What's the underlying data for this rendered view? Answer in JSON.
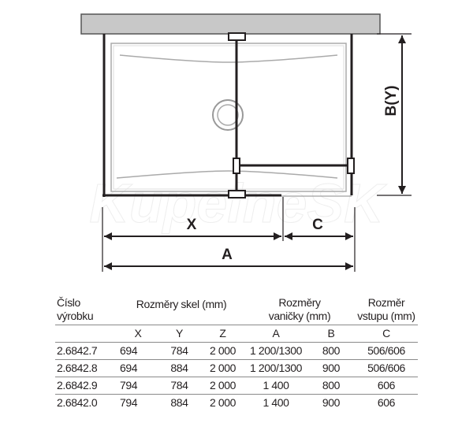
{
  "diagram": {
    "labels": {
      "x": "X",
      "c": "C",
      "a": "A",
      "b": "B(Y)"
    },
    "watermark": "KupelneSK"
  },
  "table": {
    "headers": {
      "product_no": [
        "Číslo",
        "výrobku"
      ],
      "glass": "Rozměry skel (mm)",
      "tray": [
        "Rozměry",
        "vaničky (mm)"
      ],
      "entry": [
        "Rozměr",
        "vstupu (mm)"
      ]
    },
    "subheaders": [
      "X",
      "Y",
      "Z",
      "A",
      "B",
      "C"
    ],
    "rows": [
      [
        "2.6842.7",
        "694",
        "784",
        "2 000",
        "1 200/1300",
        "800",
        "506/606"
      ],
      [
        "2.6842.8",
        "694",
        "884",
        "2 000",
        "1 200/1300",
        "900",
        "506/606"
      ],
      [
        "2.6842.9",
        "794",
        "784",
        "2 000",
        "1 400",
        "800",
        "606"
      ],
      [
        "2.6842.0",
        "794",
        "884",
        "2 000",
        "1 400",
        "900",
        "606"
      ]
    ]
  }
}
